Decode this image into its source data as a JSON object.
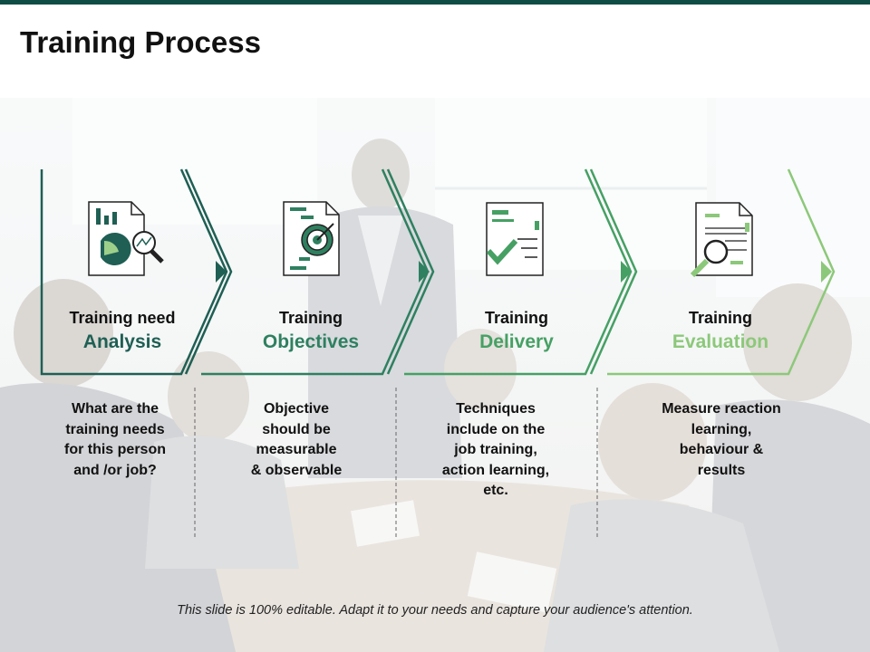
{
  "title": "Training Process",
  "colors": {
    "topbar": "#0f4c45",
    "step1": "#1f5f54",
    "step2": "#2e8060",
    "step3": "#46a064",
    "step4": "#8cc87a"
  },
  "steps": [
    {
      "top": "Training need",
      "bottom": "Analysis",
      "icon": "report-magnifier-icon",
      "desc": [
        "What are the",
        "training needs",
        "for this person",
        "and /or job?"
      ]
    },
    {
      "top": "Training",
      "bottom": "Objectives",
      "icon": "target-document-icon",
      "desc": [
        "Objective",
        "should be",
        "measurable",
        "& observable"
      ]
    },
    {
      "top": "Training",
      "bottom": "Delivery",
      "icon": "checklist-document-icon",
      "desc": [
        "Techniques",
        "include on the",
        "job training,",
        "action learning,",
        "etc."
      ]
    },
    {
      "top": "Training",
      "bottom": "Evaluation",
      "icon": "document-search-icon",
      "desc": [
        "Measure reaction",
        "learning,",
        "behaviour &",
        "results"
      ]
    }
  ],
  "footer": "This slide is 100% editable. Adapt it to your needs and capture your audience's attention."
}
